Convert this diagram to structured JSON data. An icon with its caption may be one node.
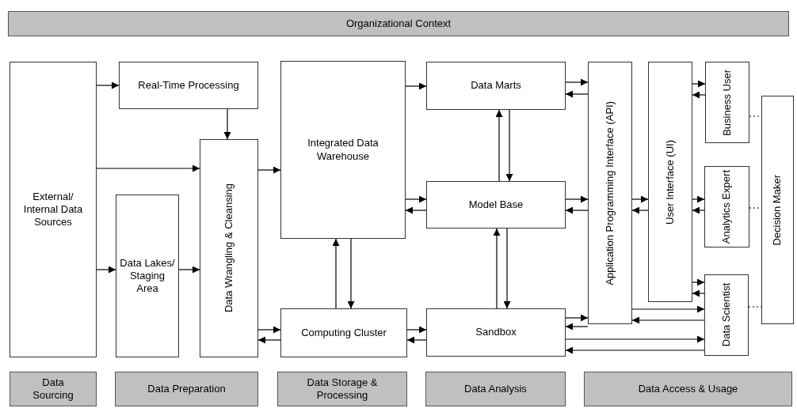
{
  "diagram": {
    "nodes": [
      {
        "text": [
          "Organizational Context"
        ]
      },
      {
        "text": [
          "External/ Internal Data Sources"
        ]
      },
      {
        "text": [
          "Real-Time Processing"
        ]
      },
      {
        "text": [
          "Data Lakes/ Staging Area"
        ]
      },
      {
        "text": [
          "Data Wrangling & Cleansing"
        ]
      },
      {
        "text": [
          "Integrated Data Warehouse"
        ]
      },
      {
        "text": [
          "Computing Cluster"
        ]
      },
      {
        "text": [
          "Data Marts"
        ]
      },
      {
        "text": [
          "Model Base"
        ]
      },
      {
        "text": [
          "Sandbox"
        ]
      },
      {
        "text": [
          "Application Programming Interface (API)"
        ]
      },
      {
        "text": [
          "User Interface (UI)"
        ]
      },
      {
        "text": [
          "Business User"
        ]
      },
      {
        "text": [
          "Analytics Expert"
        ]
      },
      {
        "text": [
          "Data Scientist"
        ]
      },
      {
        "text": [
          "Decision Maker"
        ]
      },
      {
        "text": [
          "Data Sourcing"
        ]
      },
      {
        "text": [
          "Data Preparation"
        ]
      },
      {
        "text": [
          "Data Storage & Processing"
        ]
      },
      {
        "text": [
          "Data Analysis"
        ]
      },
      {
        "text": [
          "Data Access & Usage"
        ]
      }
    ],
    "edges": [
      {
        "from": 1,
        "to": 2,
        "arrow": "to"
      },
      {
        "from": 1,
        "to": 4,
        "arrow": "to"
      },
      {
        "from": 1,
        "to": 3,
        "arrow": "to"
      },
      {
        "from": 3,
        "to": 4,
        "arrow": "to"
      },
      {
        "from": 2,
        "to": 4,
        "arrow": "to"
      },
      {
        "from": 4,
        "to": 5,
        "arrow": "to"
      },
      {
        "from": 4,
        "to": 6,
        "arrow": "to"
      },
      {
        "from": 6,
        "to": 4,
        "arrow": "to"
      },
      {
        "from": 6,
        "to": 5,
        "arrow": "to"
      },
      {
        "from": 5,
        "to": 6,
        "arrow": "to"
      },
      {
        "from": 5,
        "to": 7,
        "arrow": "to"
      },
      {
        "from": 5,
        "to": 8,
        "arrow": "to"
      },
      {
        "from": 8,
        "to": 5,
        "arrow": "to"
      },
      {
        "from": 8,
        "to": 7,
        "arrow": "to"
      },
      {
        "from": 7,
        "to": 8,
        "arrow": "to"
      },
      {
        "from": 9,
        "to": 8,
        "arrow": "to"
      },
      {
        "from": 8,
        "to": 9,
        "arrow": "to"
      },
      {
        "from": 6,
        "to": 9,
        "arrow": "to"
      },
      {
        "from": 9,
        "to": 6,
        "arrow": "to"
      },
      {
        "from": 7,
        "to": 10,
        "arrow": "to"
      },
      {
        "from": 10,
        "to": 7,
        "arrow": "to"
      },
      {
        "from": 8,
        "to": 10,
        "arrow": "to"
      },
      {
        "from": 10,
        "to": 8,
        "arrow": "to"
      },
      {
        "from": 9,
        "to": 10,
        "arrow": "to"
      },
      {
        "from": 10,
        "to": 9,
        "arrow": "to"
      },
      {
        "from": 10,
        "to": 11,
        "arrow": "to"
      },
      {
        "from": 11,
        "to": 10,
        "arrow": "to"
      },
      {
        "from": 11,
        "to": 12,
        "arrow": "to"
      },
      {
        "from": 12,
        "to": 11,
        "arrow": "to"
      },
      {
        "from": 11,
        "to": 13,
        "arrow": "to"
      },
      {
        "from": 13,
        "to": 11,
        "arrow": "to"
      },
      {
        "from": 11,
        "to": 14,
        "arrow": "to"
      },
      {
        "from": 14,
        "to": 11,
        "arrow": "to"
      },
      {
        "from": 10,
        "to": 14,
        "arrow": "to"
      },
      {
        "from": 14,
        "to": 10,
        "arrow": "to"
      },
      {
        "from": 9,
        "to": 14,
        "arrow": "to"
      },
      {
        "from": 14,
        "to": 9,
        "arrow": "to"
      },
      {
        "from": 12,
        "to": 15,
        "arrow": "none",
        "style": "dashed"
      },
      {
        "from": 13,
        "to": 15,
        "arrow": "none",
        "style": "dashed"
      },
      {
        "from": 14,
        "to": 15,
        "arrow": "none",
        "style": "dashed"
      }
    ]
  }
}
